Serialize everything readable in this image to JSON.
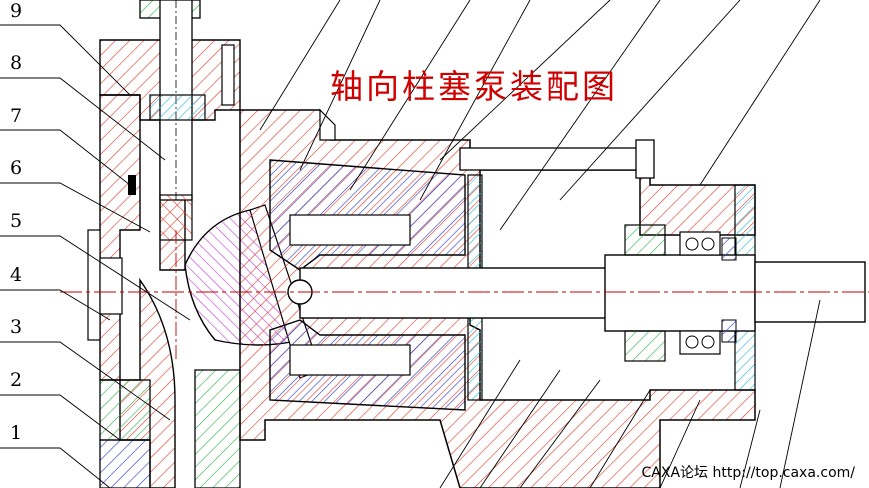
{
  "title": "轴向柱塞泵装配图",
  "callouts": [
    "9",
    "8",
    "7",
    "6",
    "5",
    "4",
    "3",
    "2",
    "1"
  ],
  "watermark": "CAXA论坛 http://top.caxa.com/",
  "colors": {
    "section_lines": "#000000",
    "hatch_red": "#e03a2a",
    "hatch_green": "#2bb34a",
    "hatch_blue": "#2436c8",
    "hatch_magenta": "#c23ad6",
    "hatch_cyan": "#23b8d8",
    "title": "#d00000"
  }
}
